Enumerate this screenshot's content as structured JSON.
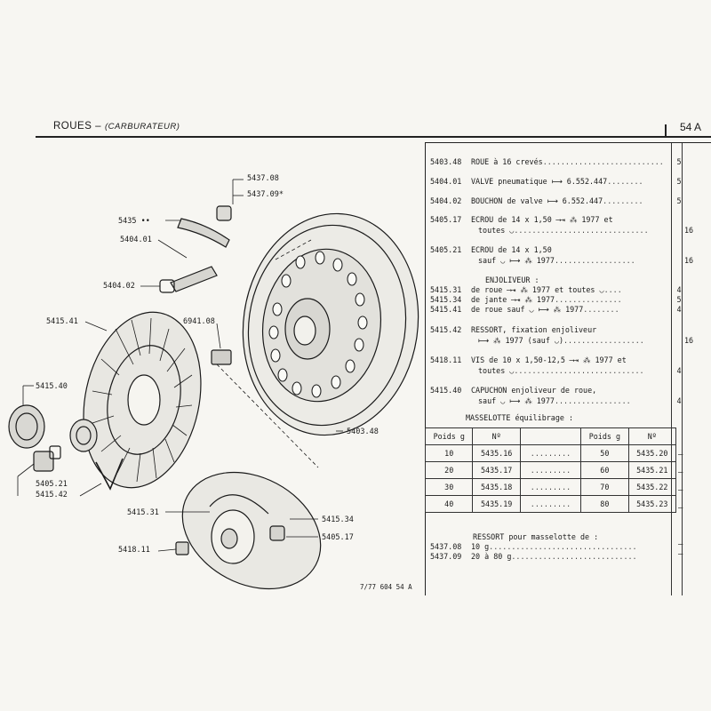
{
  "header": {
    "title": "ROUES –",
    "subtitle": "(CARBURATEUR)",
    "page": "54 A"
  },
  "drawing": {
    "callouts": {
      "c5437_08": "5437.08",
      "c5437_09": "5437.09*",
      "c5435": "5435 ••",
      "c5404_01": "5404.01",
      "c5404_02": "5404.02",
      "c5415_41": "5415.41",
      "c6941_08": "6941.08",
      "c5415_40": "5415.40",
      "c5403_48": "5403.48",
      "c5405_21": "5405.21",
      "c5415_42": "5415.42",
      "c5415_31": "5415.31",
      "c5415_34": "5415.34",
      "c5405_17": "5405.17",
      "c5418_11": "5418.11"
    },
    "reference": "7/77 604 54 A"
  },
  "parts": [
    {
      "num": "5403.48",
      "desc": "ROUE à 16 crevés",
      "dots": "...........................",
      "qty": "5",
      "qty2": ""
    },
    {
      "num": "5404.01",
      "desc": "VALVE pneumatique ⟼ 6.552.447",
      "dots": "........",
      "qty": "5",
      "qty2": ""
    },
    {
      "num": "5404.02",
      "desc": "BOUCHON de valve ⟼ 6.552.447",
      "dots": ".........",
      "qty": "5",
      "qty2": ""
    },
    {
      "num": "5405.17",
      "desc": "ECROU de 14 x 1,50 ⟶⇥ ⁂ 1977 et",
      "desc2": "toutes ◡",
      "dots": "..............................",
      "qty": "",
      "qty2": "16"
    },
    {
      "num": "5405.21",
      "desc": "ECROU de 14 x 1,50",
      "desc2": "sauf ◡ ⟼ ⁂ 1977",
      "dots": "..................",
      "qty": "",
      "qty2": "16"
    }
  ],
  "enjoliveur": {
    "title": "ENJOLIVEUR :",
    "rows": [
      {
        "num": "5415.31",
        "desc": "de roue ⟶⇥ ⁂ 1977 et toutes ◡",
        "dots": "....",
        "qty": "4"
      },
      {
        "num": "5415.34",
        "desc": "de jante ⟶⇥ ⁂ 1977",
        "dots": "...............",
        "qty": "5"
      },
      {
        "num": "5415.41",
        "desc": "de roue sauf ◡ ⟼ ⁂ 1977",
        "dots": "........",
        "qty": "4"
      }
    ]
  },
  "parts2": [
    {
      "num": "5415.42",
      "desc": "RESSORT, fixation enjoliveur",
      "desc2": "⟼ ⁂ 1977 (sauf ◡)",
      "dots": "..................",
      "qty": "",
      "qty2": "16"
    },
    {
      "num": "5418.11",
      "desc": "VIS de 10 x 1,50-12,5 ⟶⇥ ⁂ 1977 et",
      "desc2": "toutes ◡",
      "dots": ".............................",
      "qty": "4",
      "qty2": ""
    },
    {
      "num": "5415.40",
      "desc": "CAPUCHON enjoliveur de roue,",
      "desc2": "sauf ◡ ⟼ ⁂ 1977",
      "dots": ".................",
      "qty": "4",
      "qty2": ""
    }
  ],
  "masselotte": {
    "title": "MASSELOTTE équilibrage :",
    "headers": [
      "Poids g",
      "Nº",
      "",
      "Poids g",
      "Nº"
    ],
    "rows": [
      {
        "p1": "10",
        "n1": "5435.16",
        "dots": ".........",
        "p2": "50",
        "n2": "5435.20",
        "dash": "–"
      },
      {
        "p1": "20",
        "n1": "5435.17",
        "dots": ".........",
        "p2": "60",
        "n2": "5435.21",
        "dash": "–"
      },
      {
        "p1": "30",
        "n1": "5435.18",
        "dots": ".........",
        "p2": "70",
        "n2": "5435.22",
        "dash": "–"
      },
      {
        "p1": "40",
        "n1": "5435.19",
        "dots": ".........",
        "p2": "80",
        "n2": "5435.23",
        "dash": "–"
      }
    ]
  },
  "ressort": {
    "title": "RESSORT pour masselotte de :",
    "rows": [
      {
        "num": "5437.08",
        "desc": "10 g",
        "dots": ".................................",
        "dash": "–"
      },
      {
        "num": "5437.09",
        "desc": "20 à 80 g",
        "dots": "............................",
        "dash": "–"
      }
    ]
  }
}
